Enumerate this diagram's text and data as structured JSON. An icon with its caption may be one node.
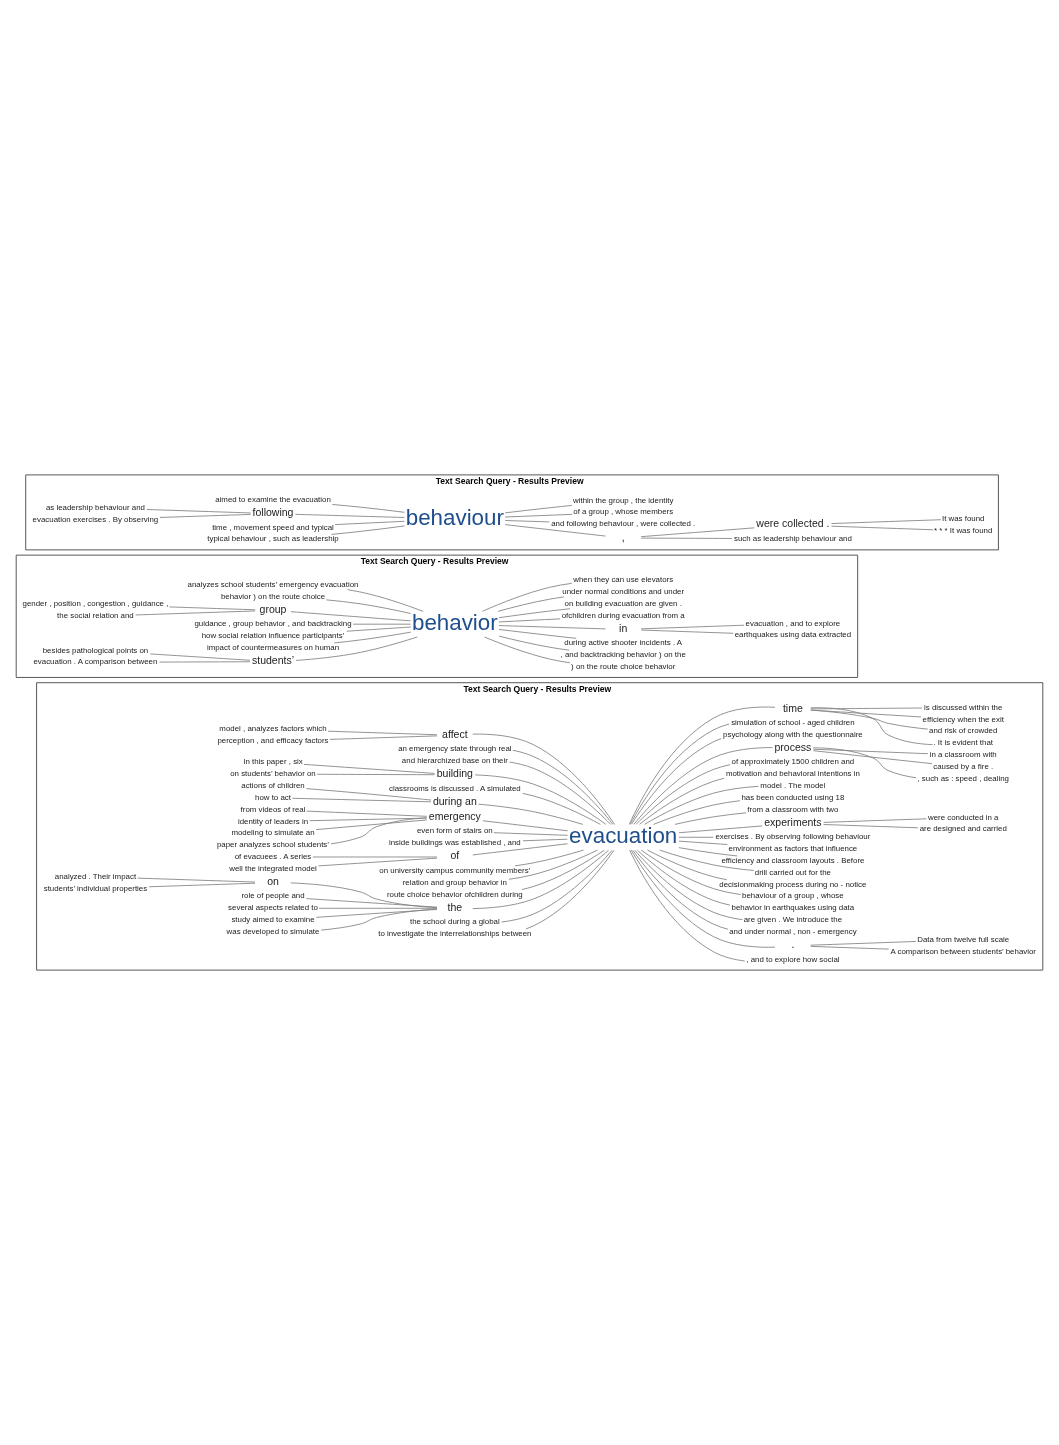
{
  "diagram": {
    "nodes": [
      {
        "text": [
          "Text Search Query - Results Preview"
        ]
      },
      {
        "text": [
          "evacuation"
        ],
        "in": 0
      },
      {
        "text": [
          "model , analyzes factors which"
        ],
        "in": 0
      },
      {
        "text": [
          "perception , and efficacy factors"
        ],
        "in": 0
      },
      {
        "text": [
          "affect"
        ],
        "in": 0
      },
      {
        "text": [
          "an emergency state through real"
        ],
        "in": 0
      },
      {
        "text": [
          "and hierarchized base on their"
        ],
        "in": 0
      },
      {
        "text": [
          "In this paper , six"
        ],
        "in": 0
      },
      {
        "text": [
          "on students’ behavior on"
        ],
        "in": 0
      },
      {
        "text": [
          "building"
        ],
        "in": 0
      },
      {
        "text": [
          "classrooms is discussed . A simulated"
        ],
        "in": 0
      },
      {
        "text": [
          "actions of children"
        ],
        "in": 0
      },
      {
        "text": [
          "how to act"
        ],
        "in": 0
      },
      {
        "text": [
          "during an"
        ],
        "in": 0
      },
      {
        "text": [
          "from videos of real"
        ],
        "in": 0
      },
      {
        "text": [
          "identity of leaders in"
        ],
        "in": 0
      },
      {
        "text": [
          "modeling to simulate an"
        ],
        "in": 0
      },
      {
        "text": [
          "paper analyzes school students’"
        ],
        "in": 0
      },
      {
        "text": [
          "emergency"
        ],
        "in": 0
      },
      {
        "text": [
          "even form of stairs on"
        ],
        "in": 0
      },
      {
        "text": [
          "inside buildings was established , and"
        ],
        "in": 0
      },
      {
        "text": [
          "of evacuees . A series"
        ],
        "in": 0
      },
      {
        "text": [
          "well the integrated model"
        ],
        "in": 0
      },
      {
        "text": [
          "of"
        ],
        "in": 0
      },
      {
        "text": [
          "on university campus community members’"
        ],
        "in": 0
      },
      {
        "text": [
          "relation and group behavior in"
        ],
        "in": 0
      },
      {
        "text": [
          "route choice behavior ofchildren during"
        ],
        "in": 0
      },
      {
        "text": [
          "analyzed . Their impact"
        ],
        "in": 0
      },
      {
        "text": [
          "students’ individual properties"
        ],
        "in": 0
      },
      {
        "text": [
          "on"
        ],
        "in": 0
      },
      {
        "text": [
          "role of people and"
        ],
        "in": 0
      },
      {
        "text": [
          "several aspects related to"
        ],
        "in": 0
      },
      {
        "text": [
          "study aimed to examine"
        ],
        "in": 0
      },
      {
        "text": [
          "was developed to simulate"
        ],
        "in": 0
      },
      {
        "text": [
          "the"
        ],
        "in": 0
      },
      {
        "text": [
          "the school during a global"
        ],
        "in": 0
      },
      {
        "text": [
          "to investigate the interrelationships between"
        ],
        "in": 0
      },
      {
        "text": [
          ", and to explore how social"
        ],
        "in": 0
      },
      {
        "text": [
          "."
        ],
        "in": 0
      },
      {
        "text": [
          "A comparison between students’ behavior"
        ],
        "in": 0
      },
      {
        "text": [
          "Data from twelve full scale"
        ],
        "in": 0
      },
      {
        "text": [
          "and under normal , non - emergency"
        ],
        "in": 0
      },
      {
        "text": [
          "are given . We introduce the"
        ],
        "in": 0
      },
      {
        "text": [
          "behavior in earthquakes using data"
        ],
        "in": 0
      },
      {
        "text": [
          "behaviour of a group , whose"
        ],
        "in": 0
      },
      {
        "text": [
          "decisionmaking process during no - notice"
        ],
        "in": 0
      },
      {
        "text": [
          "drill carried out for the"
        ],
        "in": 0
      },
      {
        "text": [
          "efficiency and classroom layouts . Before"
        ],
        "in": 0
      },
      {
        "text": [
          "environment as factors that influence"
        ],
        "in": 0
      },
      {
        "text": [
          "exercises . By observing following behaviour"
        ],
        "in": 0
      },
      {
        "text": [
          "experiments"
        ],
        "in": 0
      },
      {
        "text": [
          "are designed and carried"
        ],
        "in": 0
      },
      {
        "text": [
          "were conducted in a"
        ],
        "in": 0
      },
      {
        "text": [
          "from a classroom with two"
        ],
        "in": 0
      },
      {
        "text": [
          "has been conducted using 18"
        ],
        "in": 0
      },
      {
        "text": [
          "model . The model"
        ],
        "in": 0
      },
      {
        "text": [
          "motivation and behavioral intentions in"
        ],
        "in": 0
      },
      {
        "text": [
          "of approximately 1500 children and"
        ],
        "in": 0
      },
      {
        "text": [
          "process"
        ],
        "in": 0
      },
      {
        "text": [
          ", such as : speed , dealing"
        ],
        "in": 0
      },
      {
        "text": [
          "caused by a fire ."
        ],
        "in": 0
      },
      {
        "text": [
          "in a classroom with"
        ],
        "in": 0
      },
      {
        "text": [
          "psychology along with the questionnaire"
        ],
        "in": 0
      },
      {
        "text": [
          "simulation of school - aged children"
        ],
        "in": 0
      },
      {
        "text": [
          "time"
        ],
        "in": 0
      },
      {
        "text": [
          ". It is evident that"
        ],
        "in": 0
      },
      {
        "text": [
          "and risk of crowded"
        ],
        "in": 0
      },
      {
        "text": [
          "efficiency when the exit"
        ],
        "in": 0
      },
      {
        "text": [
          "is discussed within the"
        ],
        "in": 0
      },
      {
        "text": [
          "Text Search Query - Results Preview"
        ]
      },
      {
        "text": [
          "behavior"
        ],
        "in": 69
      },
      {
        "text": [
          "analyzes school students’ emergency evacuation"
        ],
        "in": 69
      },
      {
        "text": [
          "behavior ) on the route choice"
        ],
        "in": 69
      },
      {
        "text": [
          "gender , position , congestion , guidance ,"
        ],
        "in": 69
      },
      {
        "text": [
          "the social relation and"
        ],
        "in": 69
      },
      {
        "text": [
          "group"
        ],
        "in": 69
      },
      {
        "text": [
          "guidance , group behavior , and backtracking"
        ],
        "in": 69
      },
      {
        "text": [
          "how social relation influence participants’"
        ],
        "in": 69
      },
      {
        "text": [
          "impact of countermeasures on human"
        ],
        "in": 69
      },
      {
        "text": [
          "besides pathological points on"
        ],
        "in": 69
      },
      {
        "text": [
          "evacuation . A comparison between"
        ],
        "in": 69
      },
      {
        "text": [
          "students’"
        ],
        "in": 69
      },
      {
        "text": [
          ") on the route choice behavior"
        ],
        "in": 69
      },
      {
        "text": [
          ", and backtracking behavior ) on the"
        ],
        "in": 69
      },
      {
        "text": [
          "during active shooter incidents . A"
        ],
        "in": 69
      },
      {
        "text": [
          "in"
        ],
        "in": 69
      },
      {
        "text": [
          "earthquakes using data extracted"
        ],
        "in": 69
      },
      {
        "text": [
          "evacuation , and to explore"
        ],
        "in": 69
      },
      {
        "text": [
          "ofchildren during evacuation from a"
        ],
        "in": 69
      },
      {
        "text": [
          "on building evacuation are given ."
        ],
        "in": 69
      },
      {
        "text": [
          "under normal conditions and under"
        ],
        "in": 69
      },
      {
        "text": [
          "when they can use elevators"
        ],
        "in": 69
      },
      {
        "text": [
          "Text Search Query - Results Preview"
        ]
      },
      {
        "text": [
          "behaviour"
        ],
        "in": 92
      },
      {
        "text": [
          "aimed to examine the evacuation"
        ],
        "in": 92
      },
      {
        "text": [
          "as leadership behaviour and"
        ],
        "in": 92
      },
      {
        "text": [
          "evacuation exercises . By observing"
        ],
        "in": 92
      },
      {
        "text": [
          "following"
        ],
        "in": 92
      },
      {
        "text": [
          "time , movement speed and typical"
        ],
        "in": 92
      },
      {
        "text": [
          "typical behaviour , such as leadership"
        ],
        "in": 92
      },
      {
        "text": [
          ","
        ],
        "in": 92
      },
      {
        "text": [
          "such as leadership behaviour and"
        ],
        "in": 92
      },
      {
        "text": [
          "were collected ."
        ],
        "in": 92
      },
      {
        "text": [
          "* * * It was found"
        ],
        "in": 92
      },
      {
        "text": [
          "It was found"
        ],
        "in": 92
      },
      {
        "text": [
          "and following behaviour , were collected ."
        ],
        "in": 92
      },
      {
        "text": [
          "of a group , whose members"
        ],
        "in": 92
      },
      {
        "text": [
          "within the group , the identity"
        ],
        "in": 92
      }
    ],
    "edges": [
      {
        "from": 2,
        "to": 4,
        "arrow": "none"
      },
      {
        "from": 3,
        "to": 4,
        "arrow": "none"
      },
      {
        "from": 4,
        "to": 1,
        "arrow": "none"
      },
      {
        "from": 5,
        "to": 1,
        "arrow": "none"
      },
      {
        "from": 6,
        "to": 1,
        "arrow": "none"
      },
      {
        "from": 7,
        "to": 9,
        "arrow": "none"
      },
      {
        "from": 8,
        "to": 9,
        "arrow": "none"
      },
      {
        "from": 9,
        "to": 1,
        "arrow": "none"
      },
      {
        "from": 10,
        "to": 1,
        "arrow": "none"
      },
      {
        "from": 11,
        "to": 13,
        "arrow": "none"
      },
      {
        "from": 12,
        "to": 13,
        "arrow": "none"
      },
      {
        "from": 13,
        "to": 1,
        "arrow": "none"
      },
      {
        "from": 14,
        "to": 18,
        "arrow": "none"
      },
      {
        "from": 15,
        "to": 18,
        "arrow": "none"
      },
      {
        "from": 16,
        "to": 18,
        "arrow": "none"
      },
      {
        "from": 17,
        "to": 18,
        "arrow": "none"
      },
      {
        "from": 18,
        "to": 1,
        "arrow": "none"
      },
      {
        "from": 19,
        "to": 1,
        "arrow": "none"
      },
      {
        "from": 20,
        "to": 1,
        "arrow": "none"
      },
      {
        "from": 21,
        "to": 23,
        "arrow": "none"
      },
      {
        "from": 22,
        "to": 23,
        "arrow": "none"
      },
      {
        "from": 23,
        "to": 1,
        "arrow": "none"
      },
      {
        "from": 24,
        "to": 1,
        "arrow": "none"
      },
      {
        "from": 25,
        "to": 1,
        "arrow": "none"
      },
      {
        "from": 26,
        "to": 1,
        "arrow": "none"
      },
      {
        "from": 27,
        "to": 29,
        "arrow": "none"
      },
      {
        "from": 28,
        "to": 29,
        "arrow": "none"
      },
      {
        "from": 29,
        "to": 34,
        "arrow": "none"
      },
      {
        "from": 30,
        "to": 34,
        "arrow": "none"
      },
      {
        "from": 31,
        "to": 34,
        "arrow": "none"
      },
      {
        "from": 32,
        "to": 34,
        "arrow": "none"
      },
      {
        "from": 33,
        "to": 34,
        "arrow": "none"
      },
      {
        "from": 34,
        "to": 1,
        "arrow": "none"
      },
      {
        "from": 35,
        "to": 1,
        "arrow": "none"
      },
      {
        "from": 36,
        "to": 1,
        "arrow": "none"
      },
      {
        "from": 1,
        "to": 37,
        "arrow": "none"
      },
      {
        "from": 1,
        "to": 38,
        "arrow": "none"
      },
      {
        "from": 38,
        "to": 39,
        "arrow": "none"
      },
      {
        "from": 38,
        "to": 40,
        "arrow": "none"
      },
      {
        "from": 1,
        "to": 41,
        "arrow": "none"
      },
      {
        "from": 1,
        "to": 42,
        "arrow": "none"
      },
      {
        "from": 1,
        "to": 43,
        "arrow": "none"
      },
      {
        "from": 1,
        "to": 44,
        "arrow": "none"
      },
      {
        "from": 1,
        "to": 45,
        "arrow": "none"
      },
      {
        "from": 1,
        "to": 46,
        "arrow": "none"
      },
      {
        "from": 1,
        "to": 47,
        "arrow": "none"
      },
      {
        "from": 1,
        "to": 48,
        "arrow": "none"
      },
      {
        "from": 1,
        "to": 49,
        "arrow": "none"
      },
      {
        "from": 1,
        "to": 50,
        "arrow": "none"
      },
      {
        "from": 50,
        "to": 51,
        "arrow": "none"
      },
      {
        "from": 50,
        "to": 52,
        "arrow": "none"
      },
      {
        "from": 1,
        "to": 53,
        "arrow": "none"
      },
      {
        "from": 1,
        "to": 54,
        "arrow": "none"
      },
      {
        "from": 1,
        "to": 55,
        "arrow": "none"
      },
      {
        "from": 1,
        "to": 56,
        "arrow": "none"
      },
      {
        "from": 1,
        "to": 57,
        "arrow": "none"
      },
      {
        "from": 1,
        "to": 58,
        "arrow": "none"
      },
      {
        "from": 58,
        "to": 59,
        "arrow": "none"
      },
      {
        "from": 58,
        "to": 60,
        "arrow": "none"
      },
      {
        "from": 58,
        "to": 61,
        "arrow": "none"
      },
      {
        "from": 1,
        "to": 62,
        "arrow": "none"
      },
      {
        "from": 1,
        "to": 63,
        "arrow": "none"
      },
      {
        "from": 1,
        "to": 64,
        "arrow": "none"
      },
      {
        "from": 64,
        "to": 65,
        "arrow": "none"
      },
      {
        "from": 64,
        "to": 66,
        "arrow": "none"
      },
      {
        "from": 64,
        "to": 67,
        "arrow": "none"
      },
      {
        "from": 64,
        "to": 68,
        "arrow": "none"
      },
      {
        "from": 71,
        "to": 70,
        "arrow": "none"
      },
      {
        "from": 72,
        "to": 70,
        "arrow": "none"
      },
      {
        "from": 73,
        "to": 75,
        "arrow": "none"
      },
      {
        "from": 74,
        "to": 75,
        "arrow": "none"
      },
      {
        "from": 75,
        "to": 70,
        "arrow": "none"
      },
      {
        "from": 76,
        "to": 70,
        "arrow": "none"
      },
      {
        "from": 77,
        "to": 70,
        "arrow": "none"
      },
      {
        "from": 78,
        "to": 70,
        "arrow": "none"
      },
      {
        "from": 79,
        "to": 81,
        "arrow": "none"
      },
      {
        "from": 80,
        "to": 81,
        "arrow": "none"
      },
      {
        "from": 81,
        "to": 70,
        "arrow": "none"
      },
      {
        "from": 70,
        "to": 82,
        "arrow": "none"
      },
      {
        "from": 70,
        "to": 83,
        "arrow": "none"
      },
      {
        "from": 70,
        "to": 84,
        "arrow": "none"
      },
      {
        "from": 70,
        "to": 85,
        "arrow": "none"
      },
      {
        "from": 85,
        "to": 86,
        "arrow": "none"
      },
      {
        "from": 85,
        "to": 87,
        "arrow": "none"
      },
      {
        "from": 70,
        "to": 88,
        "arrow": "none"
      },
      {
        "from": 70,
        "to": 89,
        "arrow": "none"
      },
      {
        "from": 70,
        "to": 90,
        "arrow": "none"
      },
      {
        "from": 70,
        "to": 91,
        "arrow": "none"
      },
      {
        "from": 94,
        "to": 93,
        "arrow": "none"
      },
      {
        "from": 95,
        "to": 97,
        "arrow": "none"
      },
      {
        "from": 96,
        "to": 97,
        "arrow": "none"
      },
      {
        "from": 97,
        "to": 93,
        "arrow": "none"
      },
      {
        "from": 98,
        "to": 93,
        "arrow": "none"
      },
      {
        "from": 99,
        "to": 93,
        "arrow": "none"
      },
      {
        "from": 93,
        "to": 100,
        "arrow": "none"
      },
      {
        "from": 100,
        "to": 101,
        "arrow": "none"
      },
      {
        "from": 100,
        "to": 102,
        "arrow": "none"
      },
      {
        "from": 102,
        "to": 103,
        "arrow": "none"
      },
      {
        "from": 102,
        "to": 104,
        "arrow": "none"
      },
      {
        "from": 93,
        "to": 105,
        "arrow": "none"
      },
      {
        "from": 93,
        "to": 106,
        "arrow": "none"
      },
      {
        "from": 93,
        "to": 107,
        "arrow": "none"
      }
    ]
  }
}
